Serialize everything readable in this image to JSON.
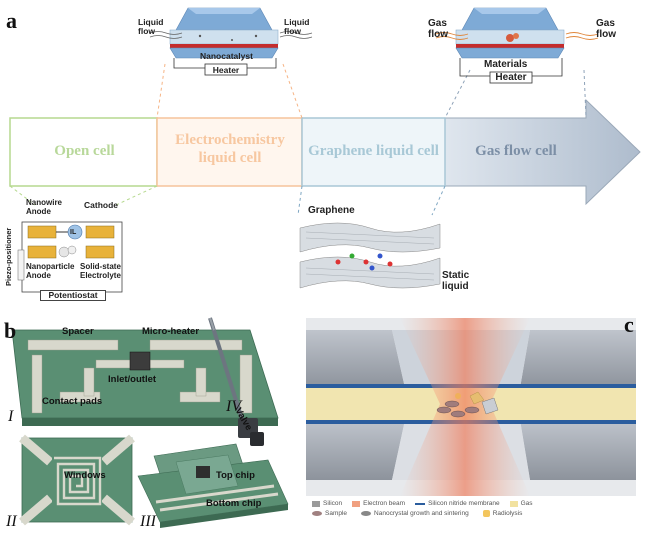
{
  "panels": {
    "a": "a",
    "b": "b",
    "c": "c"
  },
  "stages": [
    {
      "label": "Open cell",
      "color": "#b8d89a"
    },
    {
      "label": "Electrochemistry liquid cell",
      "color": "#f7c7a0"
    },
    {
      "label": "Graphene liquid cell",
      "color": "#a8c8d6"
    },
    {
      "label": "Gas flow cell",
      "color": "#7c8fa6"
    }
  ],
  "liquid_cell": {
    "left": "Liquid flow",
    "right": "Liquid flow",
    "sample": "Nanocatalyst",
    "heater": "Heater"
  },
  "gas_cell": {
    "left": "Gas flow",
    "right": "Gas flow",
    "sample": "Materials",
    "heater": "Heater"
  },
  "open_cell": {
    "nanowire": "Nanowire Anode",
    "cathode": "Cathode",
    "il": "IL",
    "nanoparticle": "Nanoparticle Anode",
    "electrolyte": "Solid-state Electrolyte",
    "positioner": "Piezo-positioner",
    "potentiostat": "Potentiostat"
  },
  "graphene_cell": {
    "graphene": "Graphene",
    "liquid": "Static liquid"
  },
  "chip": {
    "spacer": "Spacer",
    "micro_heater": "Micro-heater",
    "inlet": "Inlet/outlet",
    "pads": "Contact pads",
    "windows": "Windows",
    "top_chip": "Top chip",
    "bottom_chip": "Bottom chip",
    "valve": "Valve",
    "numerals": [
      "I",
      "II",
      "III",
      "IV"
    ]
  },
  "legend": [
    {
      "label": "Silicon",
      "color": "#9a9a9a"
    },
    {
      "label": "Electron beam",
      "color": "#f0a080"
    },
    {
      "label": "Silicon nitride membrane",
      "color": "#2b5d9e"
    },
    {
      "label": "Gas",
      "color": "#f2e2a0"
    },
    {
      "label": "Sample",
      "color": "#a08080"
    },
    {
      "label": "Nanocrystal growth and sintering",
      "color": "#888888"
    },
    {
      "label": "Radiolysis",
      "color": "#f3c65e"
    }
  ]
}
